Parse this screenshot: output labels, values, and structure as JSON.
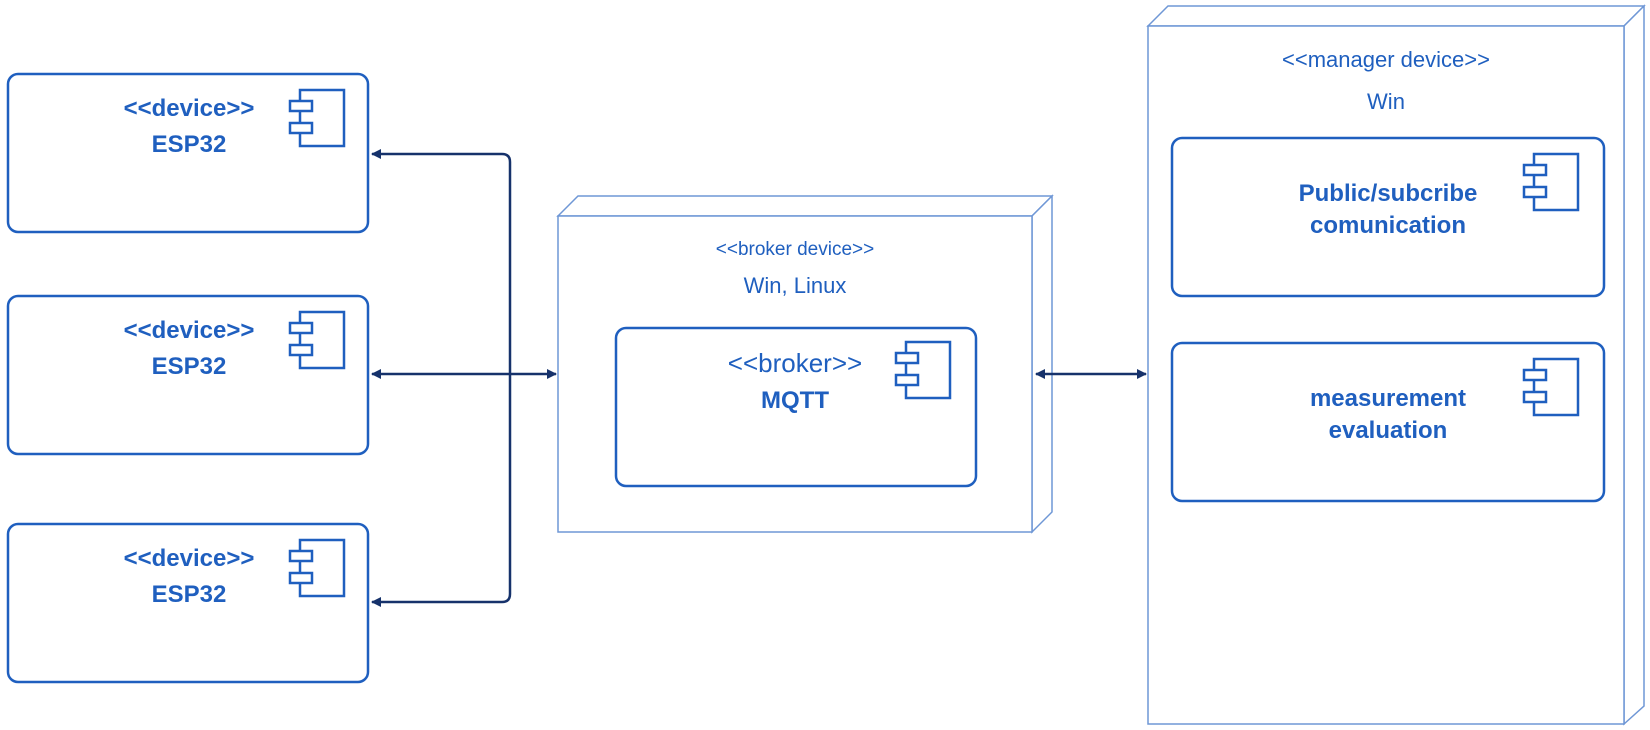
{
  "colors": {
    "line": "#1f5fbf",
    "node_line": "#6f97d6",
    "text": "#1f5fbf",
    "connector": "#16326b"
  },
  "devices": [
    {
      "stereotype": "<<device>>",
      "name": "ESP32",
      "icon": "component-icon"
    },
    {
      "stereotype": "<<device>>",
      "name": "ESP32",
      "icon": "component-icon"
    },
    {
      "stereotype": "<<device>>",
      "name": "ESP32",
      "icon": "component-icon"
    }
  ],
  "broker_node": {
    "stereotype": "<<broker device>>",
    "platform": "Win, Linux",
    "component": {
      "stereotype": "<<broker>>",
      "name": "MQTT",
      "icon": "component-icon"
    }
  },
  "manager_node": {
    "stereotype": "<<manager device>>",
    "platform": "Win",
    "components": [
      {
        "line1": "Public/subcribe",
        "line2": "comunication",
        "icon": "component-icon"
      },
      {
        "line1": "measurement",
        "line2": "evaluation",
        "icon": "component-icon"
      }
    ]
  }
}
